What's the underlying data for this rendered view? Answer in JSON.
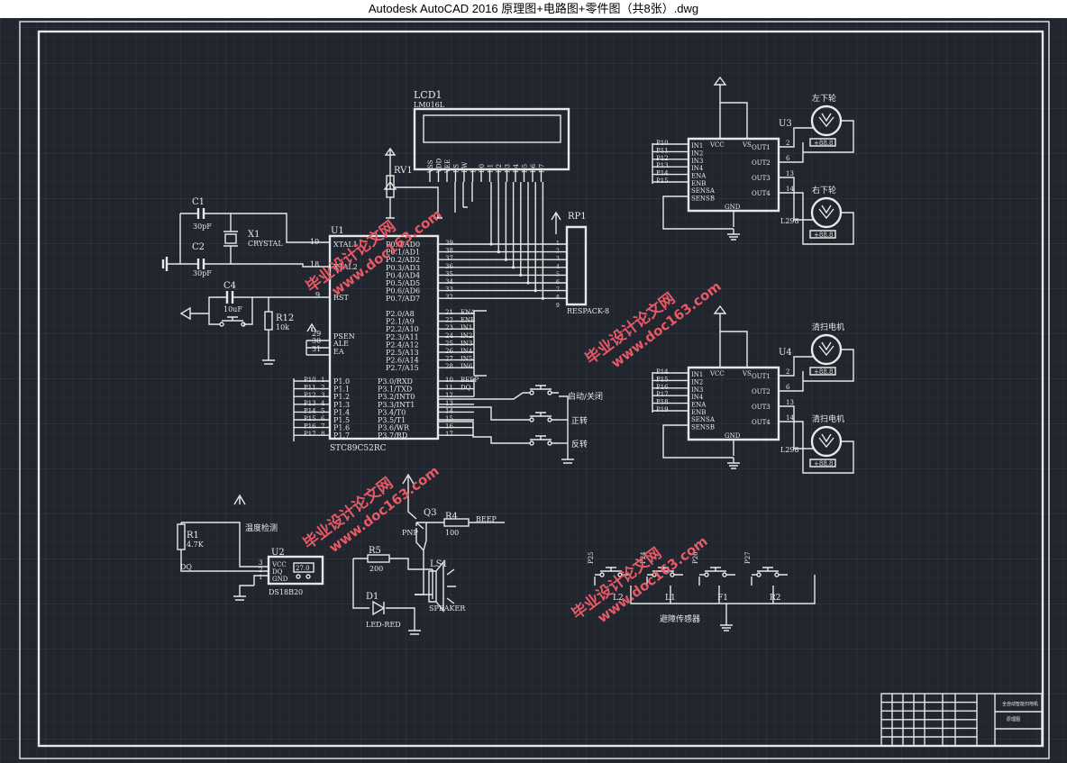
{
  "window": {
    "title": "Autodesk AutoCAD 2016     原理图+电路图+零件图（共8张）.dwg"
  },
  "colors": {
    "canvas": "#21252d",
    "line": "#e8e8e8",
    "watermark": "#e85a68"
  },
  "lcd": {
    "ref": "LCD1",
    "model": "LM016L",
    "pins": [
      "VSS",
      "VDD",
      "VEE",
      "RS",
      "RW",
      "E",
      "D0",
      "D1",
      "D2",
      "D3",
      "D4",
      "D5",
      "D6",
      "D7"
    ]
  },
  "rv1": {
    "ref": "RV1"
  },
  "crystal": {
    "c1": "C1",
    "c1v": "30pF",
    "c2": "C2",
    "c2v": "30pF",
    "x1": "X1",
    "x1v": "CRYSTAL"
  },
  "reset": {
    "c4": "C4",
    "c4v": "10uF",
    "r12": "R12",
    "r12v": "10k"
  },
  "mcu": {
    "ref": "U1",
    "model": "STC89C52RC",
    "xtal1": "XTAL1",
    "xtal2": "XTAL2",
    "rst": "RST",
    "psen": "PSEN",
    "ale": "ALE",
    "ea": "EA",
    "pin19": "19",
    "pin18": "18",
    "pin9": "9",
    "pin29": "29",
    "pin30": "30",
    "pin31": "31",
    "p0": [
      "P0.0/AD0",
      "P0.1/AD1",
      "P0.2/AD2",
      "P0.3/AD3",
      "P0.4/AD4",
      "P0.5/AD5",
      "P0.6/AD6",
      "P0.7/AD7"
    ],
    "p0n": [
      "39",
      "38",
      "37",
      "36",
      "35",
      "34",
      "33",
      "32"
    ],
    "p2": [
      "P2.0/A8",
      "P2.1/A9",
      "P2.2/A10",
      "P2.3/A11",
      "P2.4/A12",
      "P2.5/A13",
      "P2.6/A14",
      "P2.7/A15"
    ],
    "p2n": [
      "21",
      "22",
      "23",
      "24",
      "25",
      "26",
      "27",
      "28"
    ],
    "p2s": [
      "ENA",
      "ENB",
      "IN1",
      "IN2",
      "IN3",
      "IN4",
      "IN5",
      "IN6"
    ],
    "p3": [
      "P3.0/RXD",
      "P3.1/TXD",
      "P3.2/INT0",
      "P3.3/INT1",
      "P3.4/T0",
      "P3.5/T1",
      "P3.6/WR",
      "P3.7/RD"
    ],
    "p3n": [
      "10",
      "11",
      "12",
      "13",
      "14",
      "15",
      "16",
      "17"
    ],
    "p3s": [
      "BEEP",
      "DQ"
    ],
    "p1": [
      "P1.0",
      "P1.1",
      "P1.2",
      "P1.3",
      "P1.4",
      "P1.5",
      "P1.6",
      "P1.7"
    ],
    "p1s": [
      "P10",
      "P11",
      "P12",
      "P13",
      "P14",
      "P15",
      "P16",
      "P17"
    ],
    "p1n": [
      "1",
      "2",
      "3",
      "4",
      "5",
      "6",
      "7",
      "8"
    ]
  },
  "respack": {
    "ref": "RP1",
    "model": "RESPACK-8"
  },
  "switches": [
    "启动/关闭",
    "正转",
    "反转"
  ],
  "ds18b20": {
    "r1": "R1",
    "r1v": "4.7K",
    "label": "温度检测",
    "ref": "U2",
    "model": "DS18B20",
    "vcc": "VCC",
    "dq": "DQ",
    "gnd": "GND",
    "dqnet": "DQ",
    "lcd": "27.0"
  },
  "buzzer": {
    "q3": "Q3",
    "pnp": "PNP",
    "r4": "R4",
    "r4v": "100",
    "beep": "BEEP",
    "r5": "R5",
    "r5v": "200",
    "ls1": "LS1",
    "speaker": "SPEAKER",
    "d1": "D1",
    "led": "LED-RED"
  },
  "u3": {
    "ref": "U3",
    "model": "L298",
    "motor1": "左下轮",
    "motor2": "右下轮",
    "pins": [
      "P10",
      "P11",
      "P12",
      "P13",
      "P14",
      "P15"
    ]
  },
  "u4": {
    "ref": "U4",
    "model": "L298",
    "motor1": "清扫电机",
    "motor2": "清扫电机",
    "pins": [
      "P14",
      "P15",
      "P16",
      "P17",
      "P18",
      "P19"
    ]
  },
  "l298": {
    "in": [
      "IN1",
      "IN2",
      "IN3",
      "IN4",
      "ENA",
      "ENB",
      "SENSA",
      "SENSB"
    ],
    "out": [
      "OUT1",
      "OUT2",
      "OUT3",
      "OUT4"
    ],
    "vcc": "VCC",
    "vs": "VS",
    "gnd": "GND",
    "motor_value": "+88.8"
  },
  "sensors": {
    "label": "避障传感器",
    "names": [
      "L2",
      "L1",
      "F1",
      "R2"
    ],
    "nets": [
      "P25",
      "P24",
      "P26",
      "P27"
    ]
  },
  "watermark": {
    "text1": "毕业设计论文网",
    "text2": "www.doc163.com"
  },
  "titleblock": {
    "project": "全自动智能扫地机",
    "sheet": "原理图"
  }
}
